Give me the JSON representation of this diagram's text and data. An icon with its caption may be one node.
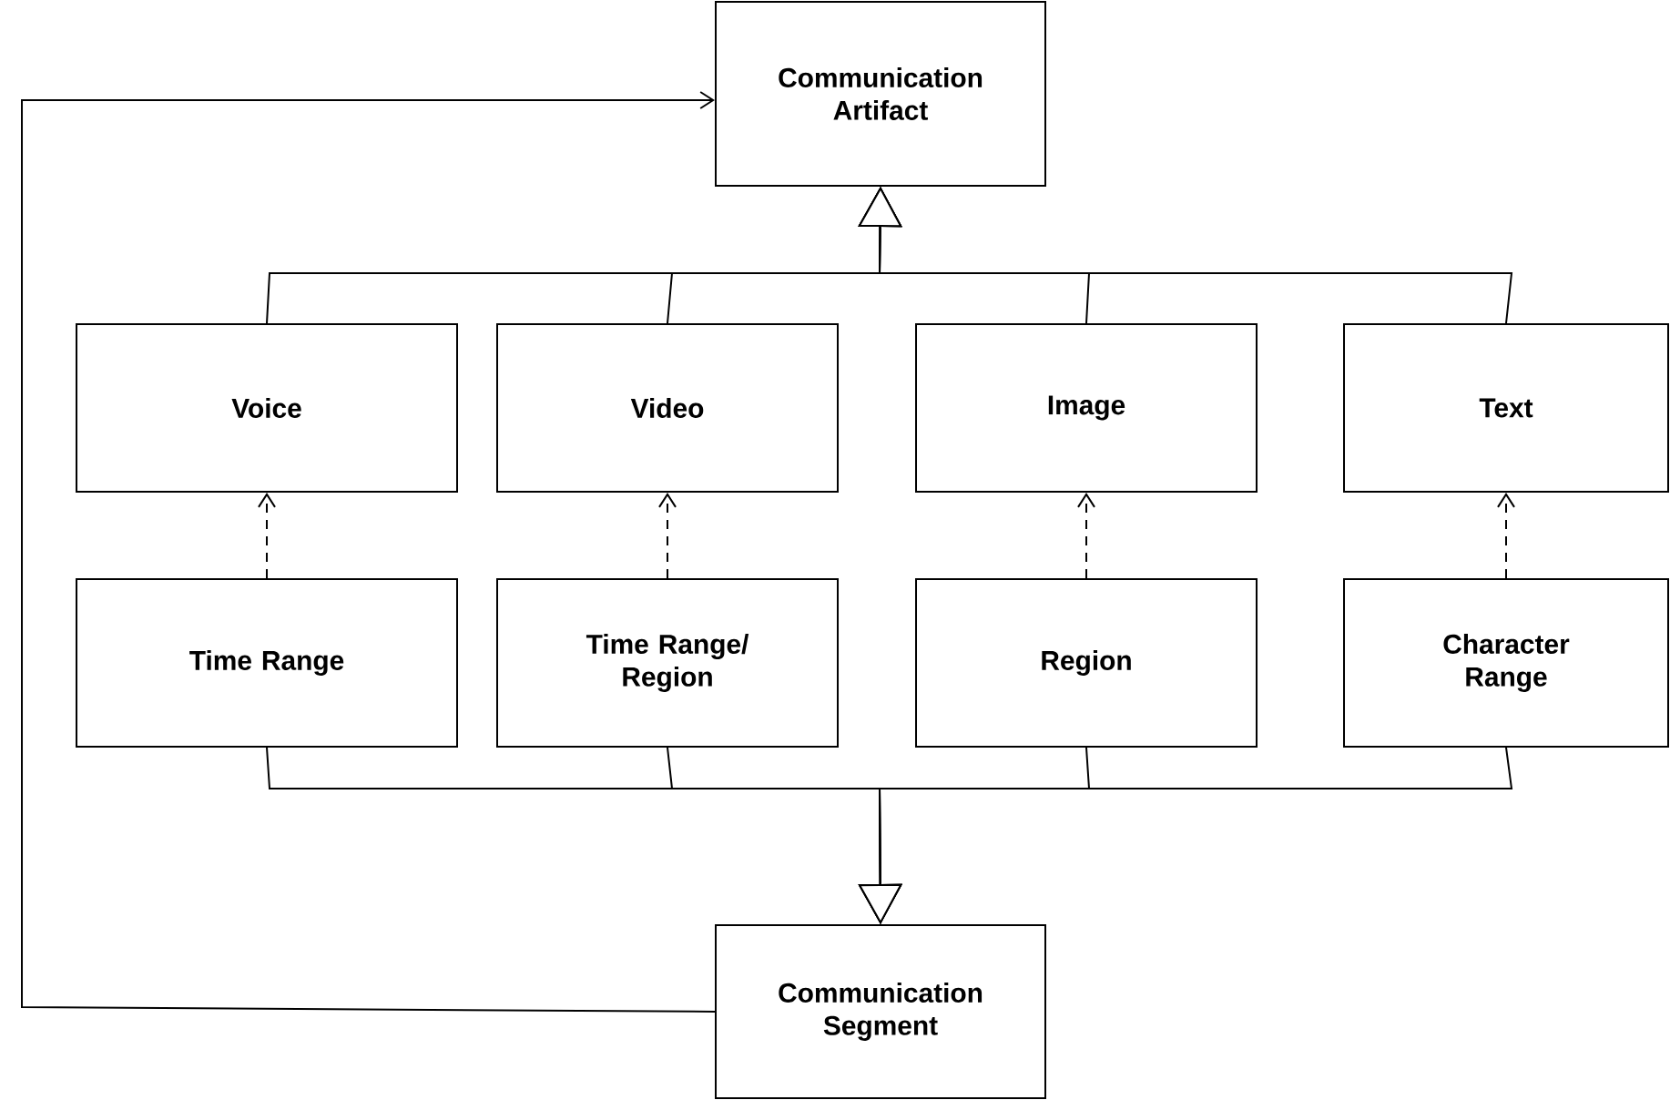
{
  "diagram": {
    "nodes": [
      {
        "text": [
          "Communication Artifact"
        ]
      },
      {
        "text": [
          "Voice"
        ]
      },
      {
        "text": [
          "Video"
        ]
      },
      {
        "text": [
          "Image"
        ]
      },
      {
        "text": [
          "Text"
        ]
      },
      {
        "text": [
          "Time Range"
        ]
      },
      {
        "text": [
          "Time Range/ Region"
        ]
      },
      {
        "text": [
          "Region"
        ]
      },
      {
        "text": [
          "Character Range"
        ]
      },
      {
        "text": [
          "Communication Segment"
        ]
      }
    ],
    "edges": [
      {
        "from": 1,
        "to": 0,
        "arrow": "to"
      },
      {
        "from": 2,
        "to": 0,
        "arrow": "to"
      },
      {
        "from": 3,
        "to": 0,
        "arrow": "to"
      },
      {
        "from": 4,
        "to": 0,
        "arrow": "to"
      },
      {
        "from": 5,
        "to": 1,
        "arrow": "to",
        "style": "dashed"
      },
      {
        "from": 6,
        "to": 2,
        "arrow": "to",
        "style": "dashed"
      },
      {
        "from": 7,
        "to": 3,
        "arrow": "to",
        "style": "dashed"
      },
      {
        "from": 8,
        "to": 4,
        "arrow": "to",
        "style": "dashed"
      },
      {
        "from": 5,
        "to": 9,
        "arrow": "to"
      },
      {
        "from": 6,
        "to": 9,
        "arrow": "to"
      },
      {
        "from": 7,
        "to": 9,
        "arrow": "to"
      },
      {
        "from": 8,
        "to": 9,
        "arrow": "to"
      },
      {
        "from": 9,
        "to": 0,
        "arrow": "to"
      }
    ]
  }
}
